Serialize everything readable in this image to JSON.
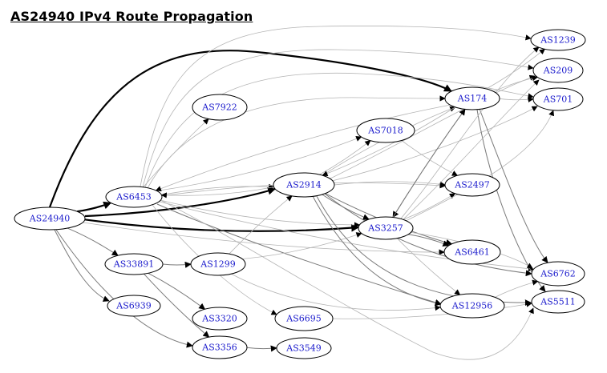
{
  "title": "AS24940 IPv4 Route Propagation",
  "colors": {
    "node_label": "#1a1acc",
    "node_border": "#000000",
    "edge_weak": "#b4b4b4",
    "edge_mid": "#7a7a7a",
    "edge_strong": "#000000"
  },
  "nodes": [
    {
      "id": "AS24940",
      "label": "AS24940"
    },
    {
      "id": "AS6453",
      "label": "AS6453"
    },
    {
      "id": "AS33891",
      "label": "AS33891"
    },
    {
      "id": "AS6939",
      "label": "AS6939"
    },
    {
      "id": "AS7922",
      "label": "AS7922"
    },
    {
      "id": "AS1299",
      "label": "AS1299"
    },
    {
      "id": "AS3320",
      "label": "AS3320"
    },
    {
      "id": "AS3356",
      "label": "AS3356"
    },
    {
      "id": "AS6695",
      "label": "AS6695"
    },
    {
      "id": "AS3549",
      "label": "AS3549"
    },
    {
      "id": "AS2914",
      "label": "AS2914"
    },
    {
      "id": "AS7018",
      "label": "AS7018"
    },
    {
      "id": "AS3257",
      "label": "AS3257"
    },
    {
      "id": "AS174",
      "label": "AS174"
    },
    {
      "id": "AS2497",
      "label": "AS2497"
    },
    {
      "id": "AS6461",
      "label": "AS6461"
    },
    {
      "id": "AS12956",
      "label": "AS12956"
    },
    {
      "id": "AS1239",
      "label": "AS1239"
    },
    {
      "id": "AS209",
      "label": "AS209"
    },
    {
      "id": "AS701",
      "label": "AS701"
    },
    {
      "id": "AS6762",
      "label": "AS6762"
    },
    {
      "id": "AS5511",
      "label": "AS5511"
    }
  ],
  "edges": [
    {
      "from": "AS24940",
      "to": "AS174",
      "weight": "strong"
    },
    {
      "from": "AS24940",
      "to": "AS6453",
      "weight": "strong"
    },
    {
      "from": "AS24940",
      "to": "AS2914",
      "weight": "strong"
    },
    {
      "from": "AS24940",
      "to": "AS3257",
      "weight": "strong"
    },
    {
      "from": "AS24940",
      "to": "AS33891",
      "weight": "mid"
    },
    {
      "from": "AS24940",
      "to": "AS6939",
      "weight": "mid"
    },
    {
      "from": "AS24940",
      "to": "AS3356",
      "weight": "mid"
    },
    {
      "from": "AS24940",
      "to": "AS6461",
      "weight": "weak"
    },
    {
      "from": "AS6453",
      "to": "AS1239",
      "weight": "weak"
    },
    {
      "from": "AS6453",
      "to": "AS209",
      "weight": "weak"
    },
    {
      "from": "AS6453",
      "to": "AS701",
      "weight": "weak"
    },
    {
      "from": "AS6453",
      "to": "AS174",
      "weight": "weak"
    },
    {
      "from": "AS6453",
      "to": "AS7922",
      "weight": "weak"
    },
    {
      "from": "AS6453",
      "to": "AS7018",
      "weight": "weak"
    },
    {
      "from": "AS6453",
      "to": "AS2914",
      "weight": "weak"
    },
    {
      "from": "AS6453",
      "to": "AS3257",
      "weight": "weak"
    },
    {
      "from": "AS6453",
      "to": "AS2497",
      "weight": "weak"
    },
    {
      "from": "AS6453",
      "to": "AS6695",
      "weight": "weak"
    },
    {
      "from": "AS6453",
      "to": "AS12956",
      "weight": "mid"
    },
    {
      "from": "AS6453",
      "to": "AS6762",
      "weight": "weak"
    },
    {
      "from": "AS6453",
      "to": "AS5511",
      "weight": "weak"
    },
    {
      "from": "AS2914",
      "to": "AS6453",
      "weight": "weak"
    },
    {
      "from": "AS174",
      "to": "AS6453",
      "weight": "weak"
    },
    {
      "from": "AS33891",
      "to": "AS1299",
      "weight": "mid"
    },
    {
      "from": "AS33891",
      "to": "AS3320",
      "weight": "mid"
    },
    {
      "from": "AS33891",
      "to": "AS3356",
      "weight": "mid"
    },
    {
      "from": "AS1299",
      "to": "AS2914",
      "weight": "weak"
    },
    {
      "from": "AS1299",
      "to": "AS3257",
      "weight": "weak"
    },
    {
      "from": "AS1299",
      "to": "AS12956",
      "weight": "weak"
    },
    {
      "from": "AS3356",
      "to": "AS3549",
      "weight": "mid"
    },
    {
      "from": "AS6695",
      "to": "AS5511",
      "weight": "weak"
    },
    {
      "from": "AS2914",
      "to": "AS7018",
      "weight": "weak"
    },
    {
      "from": "AS2914",
      "to": "AS174",
      "weight": "weak"
    },
    {
      "from": "AS2914",
      "to": "AS3257",
      "weight": "mid"
    },
    {
      "from": "AS2914",
      "to": "AS2497",
      "weight": "weak"
    },
    {
      "from": "AS2914",
      "to": "AS209",
      "weight": "weak"
    },
    {
      "from": "AS2914",
      "to": "AS701",
      "weight": "weak"
    },
    {
      "from": "AS2914",
      "to": "AS6461",
      "weight": "mid"
    },
    {
      "from": "AS2914",
      "to": "AS12956",
      "weight": "mid"
    },
    {
      "from": "AS2914",
      "to": "AS6762",
      "weight": "mid"
    },
    {
      "from": "AS2914",
      "to": "AS5511",
      "weight": "mid"
    },
    {
      "from": "AS174",
      "to": "AS2914",
      "weight": "weak"
    },
    {
      "from": "AS174",
      "to": "AS3257",
      "weight": "mid"
    },
    {
      "from": "AS174",
      "to": "AS1239",
      "weight": "weak"
    },
    {
      "from": "AS174",
      "to": "AS209",
      "weight": "weak"
    },
    {
      "from": "AS174",
      "to": "AS701",
      "weight": "weak"
    },
    {
      "from": "AS174",
      "to": "AS6762",
      "weight": "mid"
    },
    {
      "from": "AS174",
      "to": "AS5511",
      "weight": "mid"
    },
    {
      "from": "AS3257",
      "to": "AS174",
      "weight": "mid"
    },
    {
      "from": "AS3257",
      "to": "AS2497",
      "weight": "weak"
    },
    {
      "from": "AS3257",
      "to": "AS6461",
      "weight": "mid"
    },
    {
      "from": "AS3257",
      "to": "AS12956",
      "weight": "weak"
    },
    {
      "from": "AS3257",
      "to": "AS6762",
      "weight": "weak"
    },
    {
      "from": "AS3257",
      "to": "AS209",
      "weight": "weak"
    },
    {
      "from": "AS3257",
      "to": "AS701",
      "weight": "weak"
    },
    {
      "from": "AS3257",
      "to": "AS1239",
      "weight": "weak"
    },
    {
      "from": "AS12956",
      "to": "AS6762",
      "weight": "weak"
    },
    {
      "from": "AS7018",
      "to": "AS2497",
      "weight": "weak"
    }
  ]
}
